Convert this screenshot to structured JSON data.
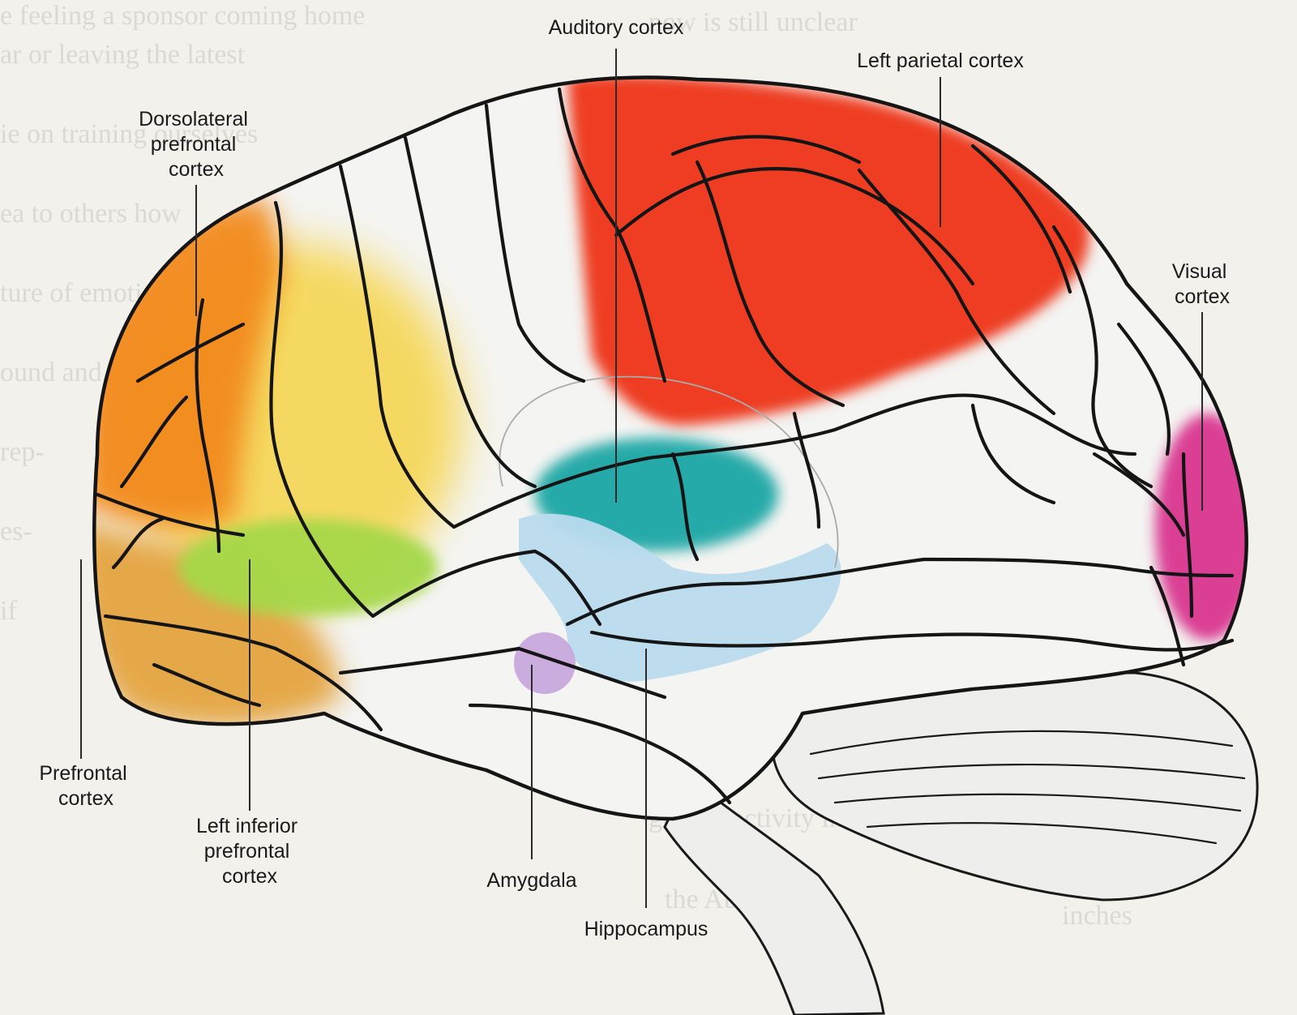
{
  "labels": {
    "auditory": "Auditory cortex",
    "parietal": "Left parietal cortex",
    "dorsolateral": [
      "Dorsolateral",
      "prefrontal",
      "cortex"
    ],
    "visual": [
      "Visual",
      "cortex"
    ],
    "prefrontal": [
      "Prefrontal",
      "cortex"
    ],
    "inferior": [
      "Left inferior",
      "prefrontal",
      "cortex"
    ],
    "amygdala": "Amygdala",
    "hippocampus": "Hippocampus"
  },
  "colors": {
    "dorsolateral_prefrontal": "#f28a1e",
    "prefrontal": "#e4a43f",
    "prefrontal_yellow": "#f6d75a",
    "left_inferior_prefrontal": "#a6d84a",
    "left_parietal": "#ee3e22",
    "auditory": "#1fa7a6",
    "visual": "#d9368f",
    "amygdala": "#c8a8dc",
    "hippocampus": "#b9dbee",
    "brain_base": "#f4f4f2",
    "outline": "#151515"
  }
}
